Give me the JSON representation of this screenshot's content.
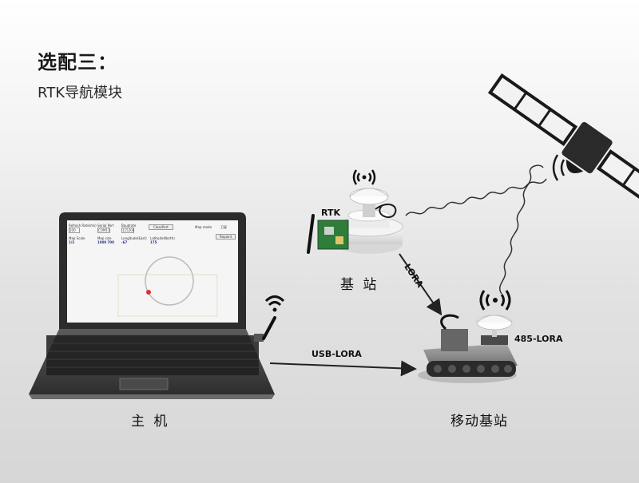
{
  "heading": "选配三：",
  "subheading": "RTK导航模块",
  "nodes": {
    "host": "主 机",
    "base_station": "基 站",
    "mobile_base": "移动基站"
  },
  "labels": {
    "rtk": "RTK",
    "lora": "LORA",
    "usb_lora": "USB-LORA",
    "lora_485": "485-LORA"
  },
  "screen": {
    "fields": [
      {
        "label": "Refresh Rate(ms)",
        "value": "200"
      },
      {
        "label": "Serial Port",
        "value": "COM13"
      },
      {
        "label": "Baudrate",
        "value": "115200"
      }
    ],
    "close_button": "ClosePort",
    "checkbox_1": "Map mode",
    "checkbox_2": "卫星",
    "reset_button": "Repaint",
    "stats_labels": [
      "Map Scale",
      "Map size",
      "Longitude(East)",
      "Latitude(North)"
    ],
    "stats_values": [
      "1/2",
      "1000 700",
      "-67",
      "175"
    ]
  },
  "colors": {
    "accent": "#2b2f8a",
    "arrow": "#222222"
  }
}
